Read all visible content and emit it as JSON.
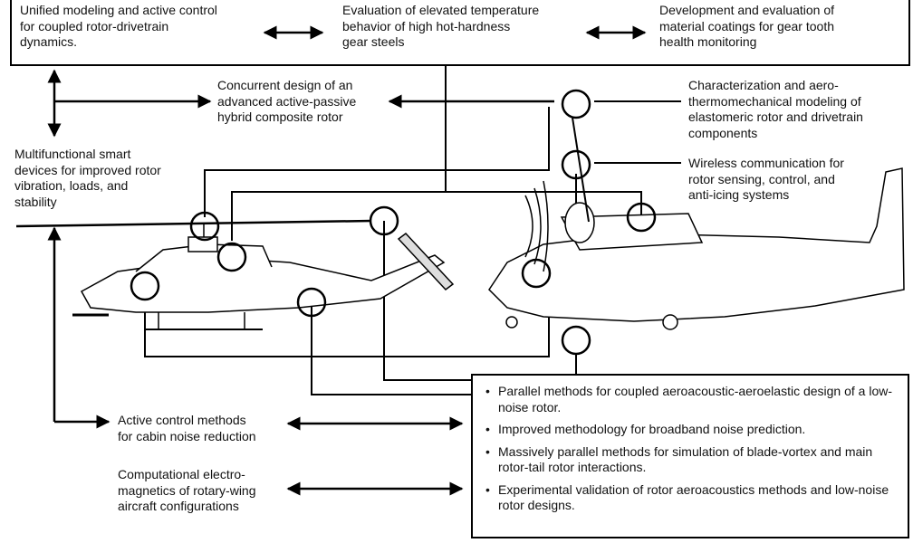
{
  "top_items": [
    {
      "text": "Unified modeling and active control\nfor coupled rotor-drivetrain\ndynamics."
    },
    {
      "text": "Evaluation of elevated temperature\nbehavior of high hot-hardness\ngear steels"
    },
    {
      "text": "Development and evaluation of\nmaterial coatings for gear tooth\nhealth monitoring"
    }
  ],
  "concurrent_design": "Concurrent design of an\nadvanced active-passive\nhybrid composite rotor",
  "characterization": "Characterization and aero-\nthermomechanical modeling of\nelastomeric rotor and drivetrain\ncomponents",
  "wireless": "Wireless communication for\nrotor sensing, control, and\nanti-icing systems",
  "smart_devices": "Multifunctional smart\ndevices for improved rotor\nvibration, loads, and\nstability",
  "active_control_cabin": "Active control methods\nfor cabin noise reduction",
  "electromagnetics": "Computational electro-\nmagnetics of rotary-wing\naircraft configurations",
  "noise_bullets": [
    "Parallel methods for coupled aeroacoustic-aeroelastic design of a low-noise rotor.",
    "Improved methodology for broadband noise prediction.",
    "Massively parallel methods for simulation of blade-vortex and main rotor-tail rotor interactions.",
    "Experimental validation of rotor aeroacoustics methods and low-noise rotor designs."
  ]
}
